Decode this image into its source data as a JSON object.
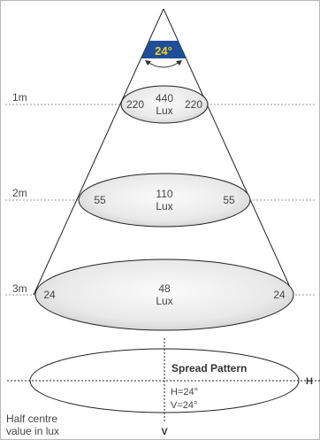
{
  "cone": {
    "beam_angle": "24°",
    "levels": [
      {
        "distance": "1m",
        "center": "440",
        "unit": "Lux",
        "left": "220",
        "right": "220"
      },
      {
        "distance": "2m",
        "center": "110",
        "unit": "Lux",
        "left": "55",
        "right": "55"
      },
      {
        "distance": "3m",
        "center": "48",
        "unit": "Lux",
        "left": "24",
        "right": "24"
      }
    ]
  },
  "spread": {
    "title": "Spread Pattern",
    "h_value": "H=24°",
    "v_value": "V=24°",
    "h_axis": "H",
    "v_axis": "V"
  },
  "footnote": [
    "Half centre",
    "value in lux"
  ],
  "colors": {
    "badge_fill": "#1f4e9a",
    "badge_text": "#f2d21b",
    "line": "#222222",
    "text": "#444444",
    "dotted": "#9a9a9a"
  }
}
